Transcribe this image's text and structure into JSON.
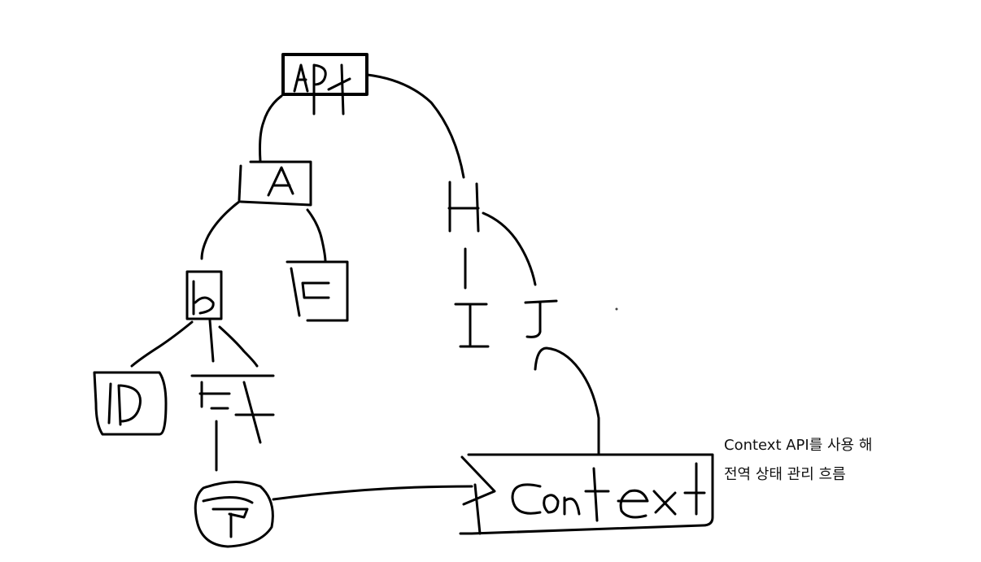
{
  "nodes": {
    "app": "App",
    "a": "A",
    "b": "b",
    "c": "c",
    "d": "D",
    "e": "E",
    "f": "F",
    "g": "G",
    "h": "H",
    "i": "I",
    "j": "J",
    "context": "Context"
  },
  "caption": {
    "line1": "Context API를 사용 해",
    "line2": "전역 상태 관리 흐름"
  }
}
